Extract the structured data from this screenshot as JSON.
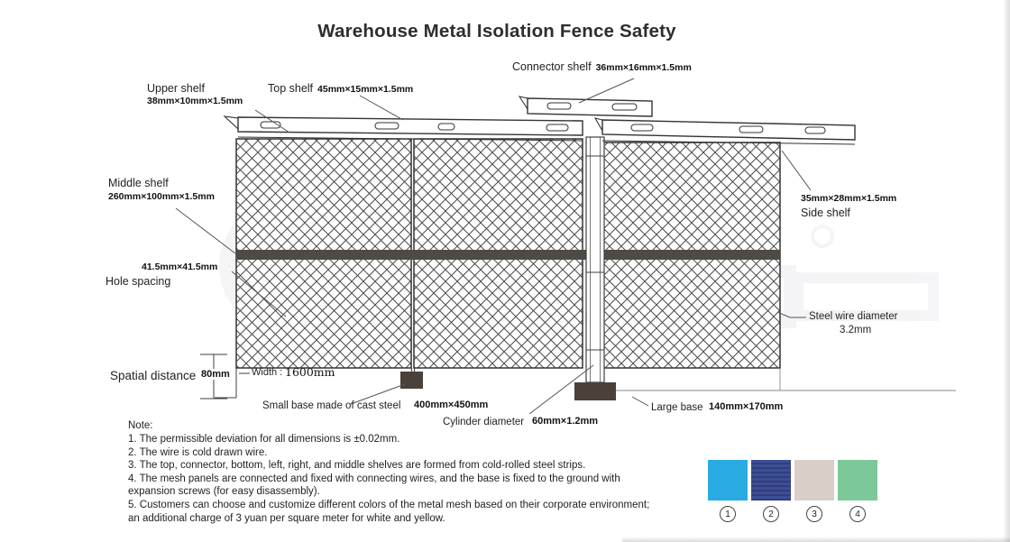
{
  "title": "Warehouse Metal Isolation Fence Safety",
  "labels": {
    "upper_shelf": {
      "name": "Upper shelf",
      "dim": "38mm×10mm×1.5mm"
    },
    "top_shelf": {
      "name": "Top shelf",
      "dim": "45mm×15mm×1.5mm"
    },
    "connector_shelf": {
      "name": "Connector shelf",
      "dim": "36mm×16mm×1.5mm"
    },
    "middle_shelf": {
      "name": "Middle shelf",
      "dim": "260mm×100mm×1.5mm"
    },
    "hole_spacing": {
      "dim": "41.5mm×41.5mm",
      "name": "Hole spacing"
    },
    "side_shelf": {
      "dim": "35mm×28mm×1.5mm",
      "name": "Side shelf"
    },
    "steel_wire_diameter": {
      "name": "Steel wire diameter",
      "dim": "3.2mm"
    },
    "spatial_distance": {
      "name": "Spatial distance",
      "dim": "80mm"
    },
    "width": {
      "name": "Width :",
      "dim": "1600mm"
    },
    "small_base": {
      "name": "Small base made of cast steel",
      "dim": "400mm×450mm"
    },
    "cylinder_diameter": {
      "name": "Cylinder diameter",
      "dim": "60mm×1.2mm"
    },
    "large_base": {
      "name": "Large base",
      "dim": "140mm×170mm"
    }
  },
  "notes": {
    "heading": "Note:",
    "lines": [
      "1.  The permissible deviation for all dimensions is ±0.02mm.",
      "2.  The wire is cold drawn wire.",
      "3.  The top, connector, bottom, left, right, and middle shelves are formed from cold-rolled steel strips.",
      "4.  The mesh panels are connected and fixed with connecting wires, and the base is fixed to the ground with",
      "expansion screws (for easy disassembly).",
      "5.  Customers can choose and customize different colors of the metal mesh based on their corporate environment;",
      "an additional charge of 3 yuan per square meter for white and yellow."
    ]
  },
  "swatches": [
    {
      "label": "1",
      "color": "#2aabe3"
    },
    {
      "label": "2",
      "color": "#3d4e97",
      "stripe_color": "#323e7a"
    },
    {
      "label": "3",
      "color": "#d7cfc8"
    },
    {
      "label": "4",
      "color": "#7cc898"
    }
  ],
  "diagram_colors": {
    "line": "#3f3f3f",
    "middle_shelf_band": "#4e4a45",
    "base_fill": "#49413a"
  }
}
